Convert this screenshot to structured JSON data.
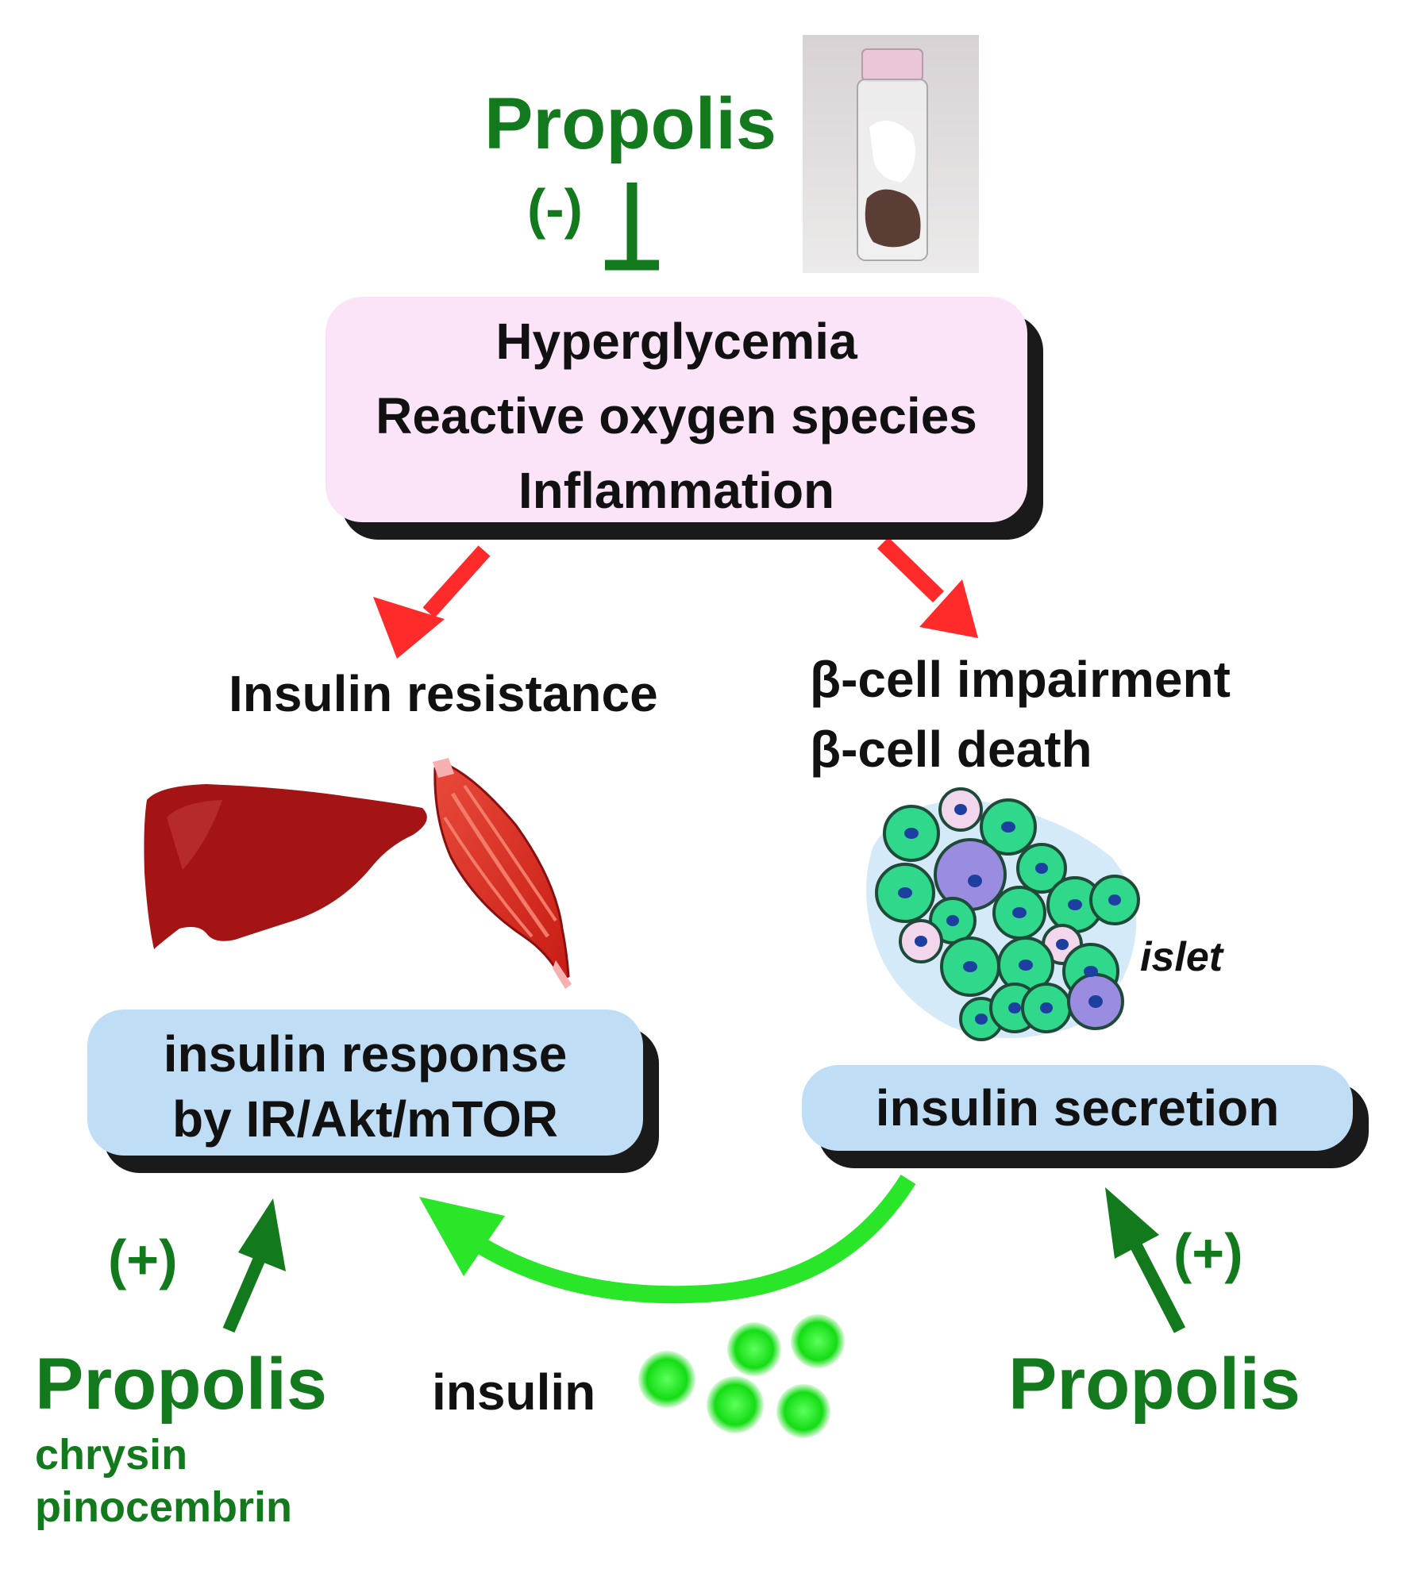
{
  "top": {
    "propolis_label": "Propolis",
    "inhibit_sign": "(-)",
    "photo_icon": "propolis-vial-photo"
  },
  "center_box": {
    "line1": "Hyperglycemia",
    "line2": "Reactive oxygen species",
    "line3": "Inflammation"
  },
  "left": {
    "insulin_resistance": "Insulin resistance",
    "organ_icons": [
      "liver-icon",
      "muscle-icon"
    ],
    "response_line1": "insulin response",
    "response_line2": "by IR/Akt/mTOR",
    "sign": "(+)",
    "propolis_label": "Propolis",
    "compound1": "chrysin",
    "compound2": "pinocembrin"
  },
  "right": {
    "beta_line1": "β-cell impairment",
    "beta_line2": "β-cell death",
    "islet_label": "islet",
    "secretion": "insulin secretion",
    "sign": "(+)",
    "propolis_label": "Propolis"
  },
  "bottom": {
    "insulin_label": "insulin"
  },
  "colors": {
    "propolis_green": "#127a1c",
    "inhibit_arrow_red": "#ff2a2a",
    "insulin_green": "#29e629",
    "center_box_pink": "#fbe3f8",
    "result_box_blue": "#c0ddf6"
  }
}
